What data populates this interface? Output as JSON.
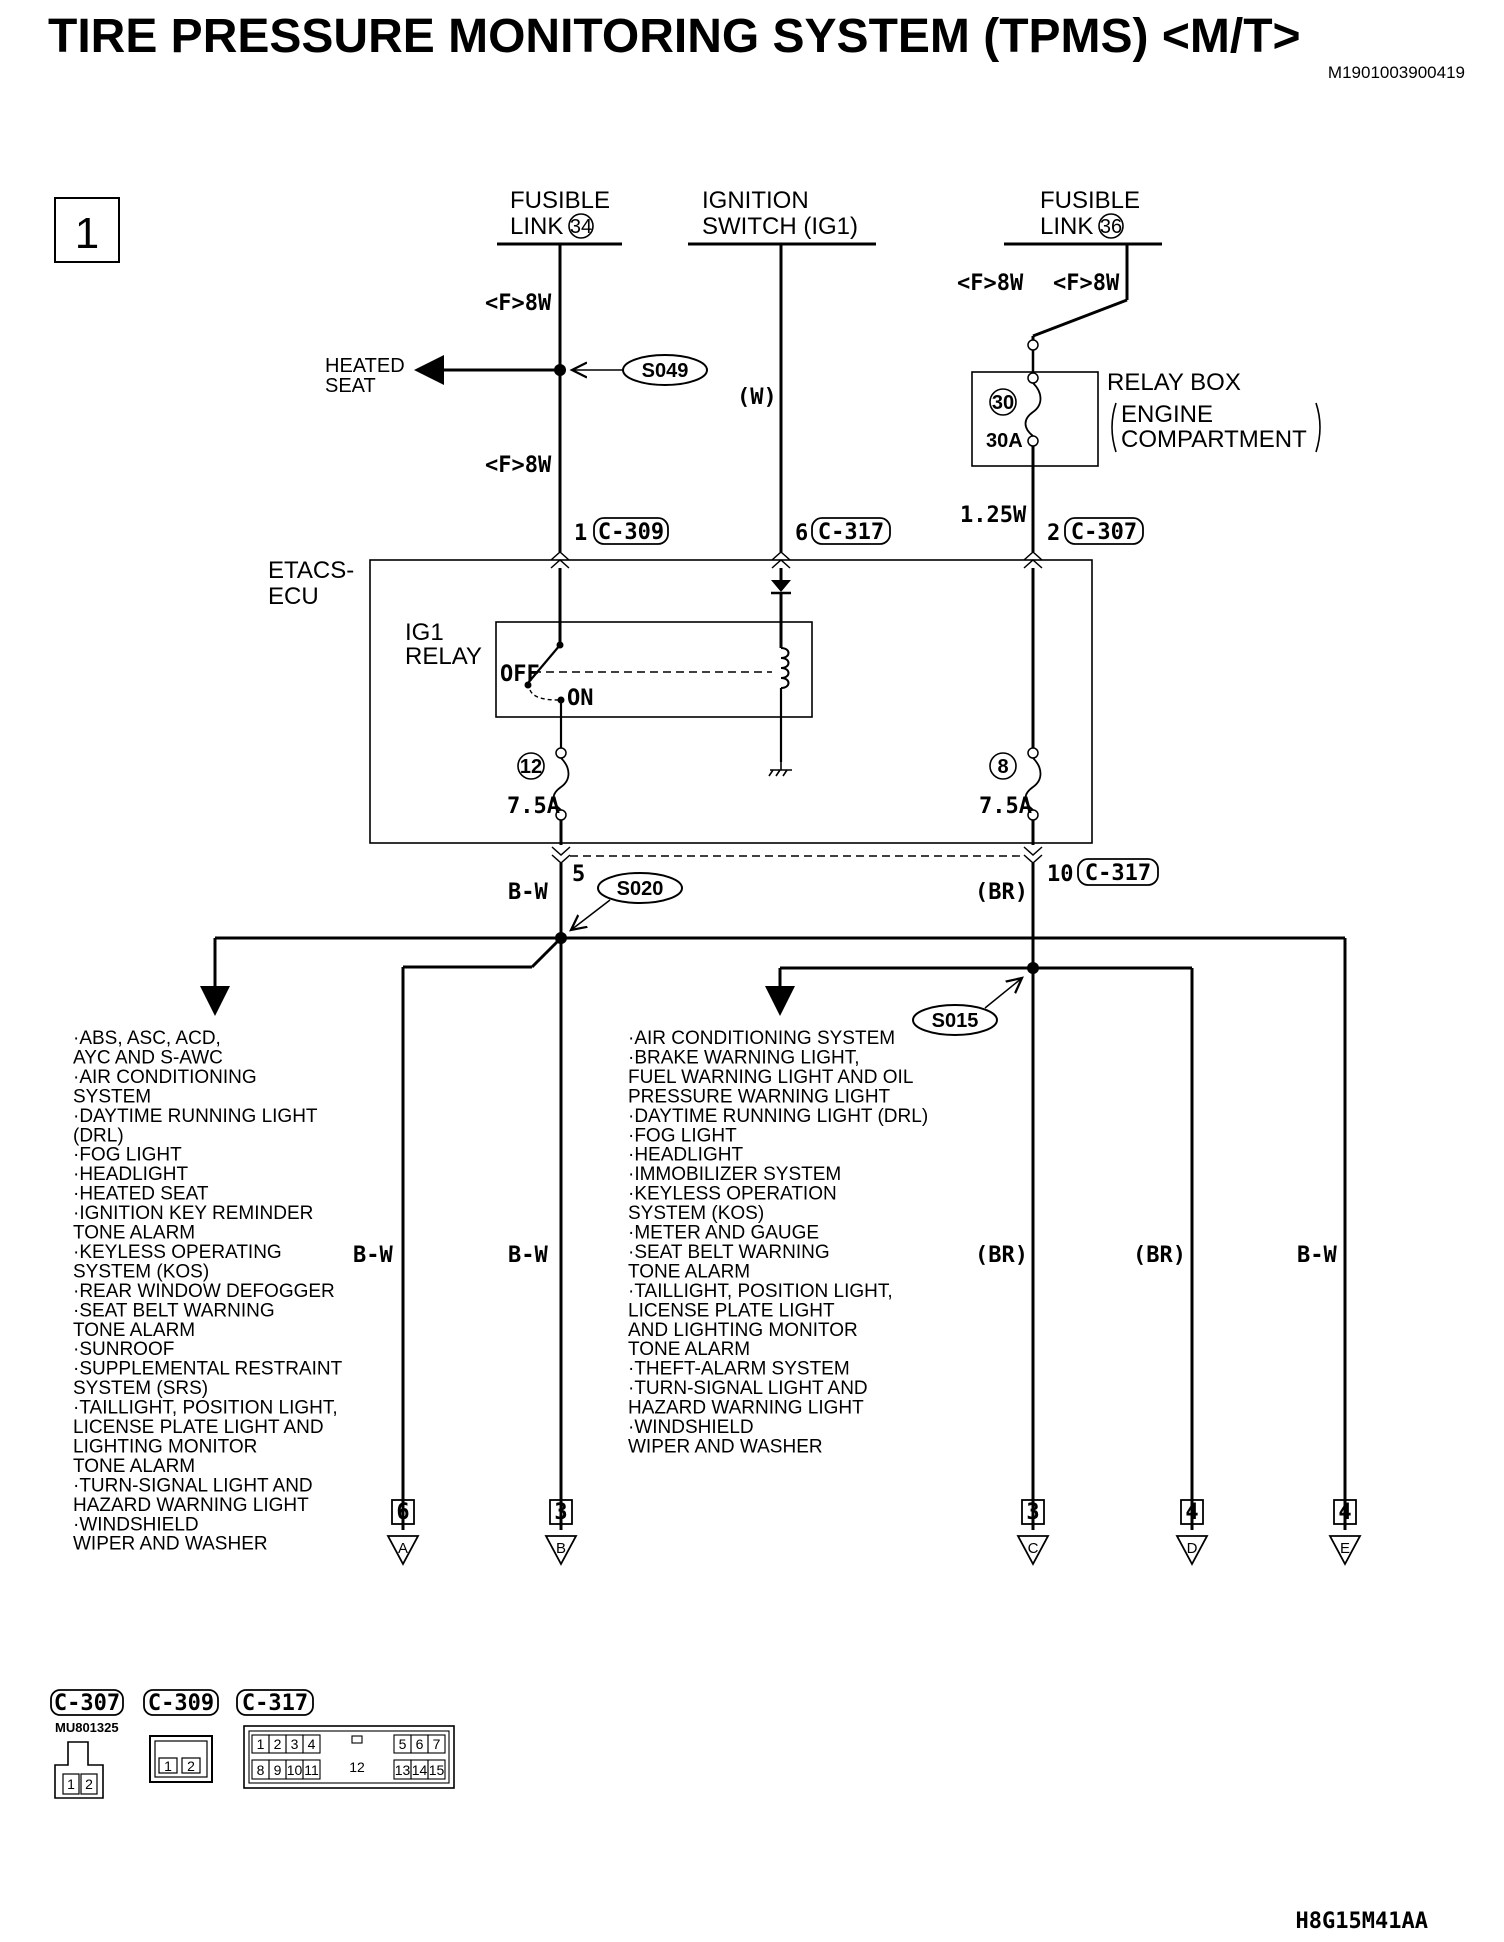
{
  "header": {
    "title": "TIRE PRESSURE MONITORING SYSTEM (TPMS) <M/T>",
    "doc_code": "M1901003900419",
    "page_number": "1",
    "figure_code": "H8G15M41AA"
  },
  "sources": {
    "fusible_link_34": {
      "line1": "FUSIBLE",
      "line2": "LINK",
      "num": "34"
    },
    "ignition_switch": {
      "line1": "IGNITION",
      "line2": "SWITCH (IG1)"
    },
    "fusible_link_36": {
      "line1": "FUSIBLE",
      "line2": "LINK",
      "num": "36"
    }
  },
  "wires": {
    "f8w_a": "<F>8W",
    "f8w_b": "<F>8W",
    "f8w_c": "<F>8W",
    "f8w_d": "<F>8W",
    "w": "(W)",
    "w125": "1.25W",
    "bw_top": "B-W",
    "br_top": "(BR)",
    "bw_a": "B-W",
    "bw_b": "B-W",
    "br_c": "(BR)",
    "br_d": "(BR)",
    "bw_e": "B-W"
  },
  "heated_seat": {
    "line1": "HEATED",
    "line2": "SEAT"
  },
  "splices": {
    "s049": "S049",
    "s020": "S020",
    "s015": "S015"
  },
  "relay_box": {
    "title": "RELAY BOX",
    "line1": "ENGINE",
    "line2": "COMPARTMENT",
    "fuse_num": "30",
    "fuse_amp": "30A"
  },
  "connectors": {
    "c309_pin": "1",
    "c309": "C-309",
    "c317_pin": "6",
    "c317": "C-317",
    "c307_pin": "2",
    "c307": "C-307",
    "out_pin_5": "5",
    "out_pin_10": "10",
    "out_c317": "C-317"
  },
  "etacs": {
    "line1": "ETACS-",
    "line2": "ECU",
    "relay_line1": "IG1",
    "relay_line2": "RELAY",
    "off": "OFF",
    "on": "ON",
    "fuse12_num": "12",
    "fuse12_amp": "7.5A",
    "fuse8_num": "8",
    "fuse8_amp": "7.5A"
  },
  "left_list": [
    "·ABS, ASC, ACD,",
    " AYC AND S-AWC",
    "·AIR CONDITIONING",
    " SYSTEM",
    "·DAYTIME RUNNING LIGHT",
    " (DRL)",
    "·FOG LIGHT",
    "·HEADLIGHT",
    "·HEATED SEAT",
    "·IGNITION KEY REMINDER",
    " TONE ALARM",
    "·KEYLESS OPERATING",
    " SYSTEM (KOS)",
    "·REAR WINDOW DEFOGGER",
    "·SEAT BELT WARNING",
    " TONE ALARM",
    "·SUNROOF",
    "·SUPPLEMENTAL RESTRAINT",
    " SYSTEM (SRS)",
    "·TAILLIGHT, POSITION LIGHT,",
    " LICENSE PLATE LIGHT AND",
    " LIGHTING MONITOR",
    " TONE ALARM",
    "·TURN-SIGNAL LIGHT AND",
    " HAZARD WARNING LIGHT",
    "·WINDSHIELD",
    " WIPER AND WASHER"
  ],
  "right_list": [
    "·AIR CONDITIONING SYSTEM",
    "·BRAKE WARNING LIGHT,",
    " FUEL WARNING LIGHT AND OIL",
    " PRESSURE WARNING LIGHT",
    "·DAYTIME RUNNING LIGHT (DRL)",
    "·FOG LIGHT",
    "·HEADLIGHT",
    "·IMMOBILIZER SYSTEM",
    "·KEYLESS OPERATION",
    " SYSTEM (KOS)",
    "·METER AND GAUGE",
    "·SEAT BELT WARNING",
    " TONE ALARM",
    "·TAILLIGHT, POSITION LIGHT,",
    " LICENSE PLATE LIGHT",
    " AND LIGHTING MONITOR",
    " TONE ALARM",
    "·THEFT-ALARM SYSTEM",
    "·TURN-SIGNAL LIGHT AND",
    " HAZARD WARNING LIGHT",
    "·WINDSHIELD",
    " WIPER AND WASHER"
  ],
  "terminals": [
    {
      "page": "6",
      "letter": "A"
    },
    {
      "page": "3",
      "letter": "B"
    },
    {
      "page": "3",
      "letter": "C"
    },
    {
      "page": "4",
      "letter": "D"
    },
    {
      "page": "4",
      "letter": "E"
    }
  ],
  "legend": {
    "c307": "C-307",
    "c309": "C-309",
    "c317": "C-317",
    "part_no": "MU801325",
    "c307_pins": [
      "1",
      "2"
    ],
    "c309_pins": [
      "1",
      "2"
    ],
    "c317_top": [
      "1",
      "2",
      "3",
      "4"
    ],
    "c317_top_right": [
      "5",
      "6",
      "7"
    ],
    "c317_bottom": [
      "8",
      "9",
      "10",
      "11"
    ],
    "c317_mid": "12",
    "c317_bottom_right": [
      "13",
      "14",
      "15"
    ]
  }
}
